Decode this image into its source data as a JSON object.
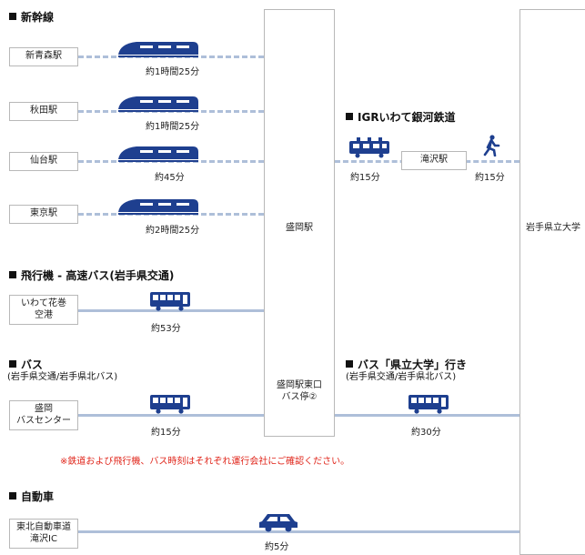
{
  "hub": {
    "morioka": "盛岡駅",
    "morioka_east": [
      "盛岡駅東口",
      "バス停②"
    ],
    "university": "岩手県立大学"
  },
  "shinkansen": {
    "heading": "新幹線",
    "routes": [
      {
        "station": "新青森駅",
        "duration": "約1時間25分"
      },
      {
        "station": "秋田駅",
        "duration": "約1時間25分"
      },
      {
        "station": "仙台駅",
        "duration": "約45分"
      },
      {
        "station": "東京駅",
        "duration": "約2時間25分"
      }
    ]
  },
  "igr": {
    "heading": "IGRいわて銀河鉄道",
    "station": "滝沢駅",
    "train_duration": "約15分",
    "walk_duration": "約15分"
  },
  "airport": {
    "heading": "飛行機 - 高速バス(岩手県交通)",
    "origin": [
      "いわて花巻",
      "空港"
    ],
    "duration": "約53分"
  },
  "bus": {
    "heading": "バス",
    "subheading": "(岩手県交通/岩手県北バス)",
    "origin": [
      "盛岡",
      "バスセンター"
    ],
    "duration": "約15分"
  },
  "university_bus": {
    "heading": "バス「県立大学」行き",
    "subheading": "(岩手県交通/岩手県北バス)",
    "duration": "約30分"
  },
  "notice": "※鉄道および飛行機、バス時刻はそれぞれ運行会社にご確認ください。",
  "car": {
    "heading": "自動車",
    "origin": [
      "東北自動車道",
      "滝沢IC"
    ],
    "duration": "約5分"
  },
  "icons": [
    "shinkansen-icon",
    "local-train-icon",
    "walking-person-icon",
    "bus-icon",
    "car-icon"
  ],
  "colors": {
    "icon_blue": "#1e3f8f",
    "line": "#aebfd9",
    "notice_red": "#e0261b"
  }
}
